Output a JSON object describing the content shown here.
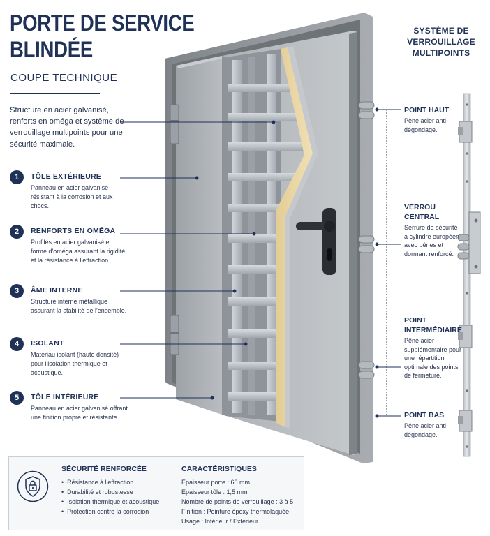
{
  "header": {
    "title_line1": "PORTE DE SERVICE",
    "title_line2": "BLINDÉE",
    "subtitle": "COUPE TECHNIQUE",
    "intro": "Structure en acier galvanisé, renforts en oméga et système de verrouillage multipoints pour une sécurité maximale."
  },
  "components": [
    {
      "number": "1",
      "title": "TÔLE EXTÉRIEURE",
      "desc": "Panneau en acier galvanisé résistant à la corrosion et aux chocs."
    },
    {
      "number": "2",
      "title": "RENFORTS EN OMÉGA",
      "desc": "Profilés en acier galvanisé en forme d'oméga assurant la rigidité et la résistance à l'effraction."
    },
    {
      "number": "3",
      "title": "ÂME INTERNE",
      "desc": "Structure interne métallique assurant la stabilité de l'ensemble."
    },
    {
      "number": "4",
      "title": "ISOLANT",
      "desc": "Matériau isolant (haute densité) pour l'isolation thermique et acoustique."
    },
    {
      "number": "5",
      "title": "TÔLE INTÉRIEURE",
      "desc": "Panneau en acier galvanisé offrant une finition propre et résistante."
    }
  ],
  "locking_system": {
    "title": "SYSTÈME DE VERROUILLAGE MULTIPOINTS",
    "points": [
      {
        "title": "POINT HAUT",
        "desc": "Pêne acier anti-dégondage."
      },
      {
        "title": "VERROU CENTRAL",
        "desc": "Serrure de sécurité à cylindre européen avec pênes et dormant renforcé."
      },
      {
        "title": "POINT INTERMÉDIAIRE",
        "desc": "Pêne acier supplémentaire pour une répartition optimale des points de fermeture."
      },
      {
        "title": "POINT BAS",
        "desc": "Pêne acier anti-dégondage."
      }
    ]
  },
  "security": {
    "title": "SÉCURITÉ RENFORCÉE",
    "items": [
      "Résistance à l'effraction",
      "Durabilité et robustesse",
      "Isolation thermique et acoustique",
      "Protection contre la corrosion"
    ]
  },
  "specs": {
    "title": "CARACTÉRISTIQUES",
    "items": [
      "Épaisseur porte : 60 mm",
      "Épaisseur tôle : 1,5 mm",
      "Nombre de points de verrouillage : 3 à 5",
      "Finition : Peinture époxy thermolaquée",
      "Usage : Intérieur / Extérieur"
    ]
  },
  "colors": {
    "navy": "#1f3157",
    "door_gray": "#a3a7ac",
    "frame_gray": "#8d9196",
    "insulation": "#e8d4a2",
    "rebar": "#b6bcc3"
  }
}
